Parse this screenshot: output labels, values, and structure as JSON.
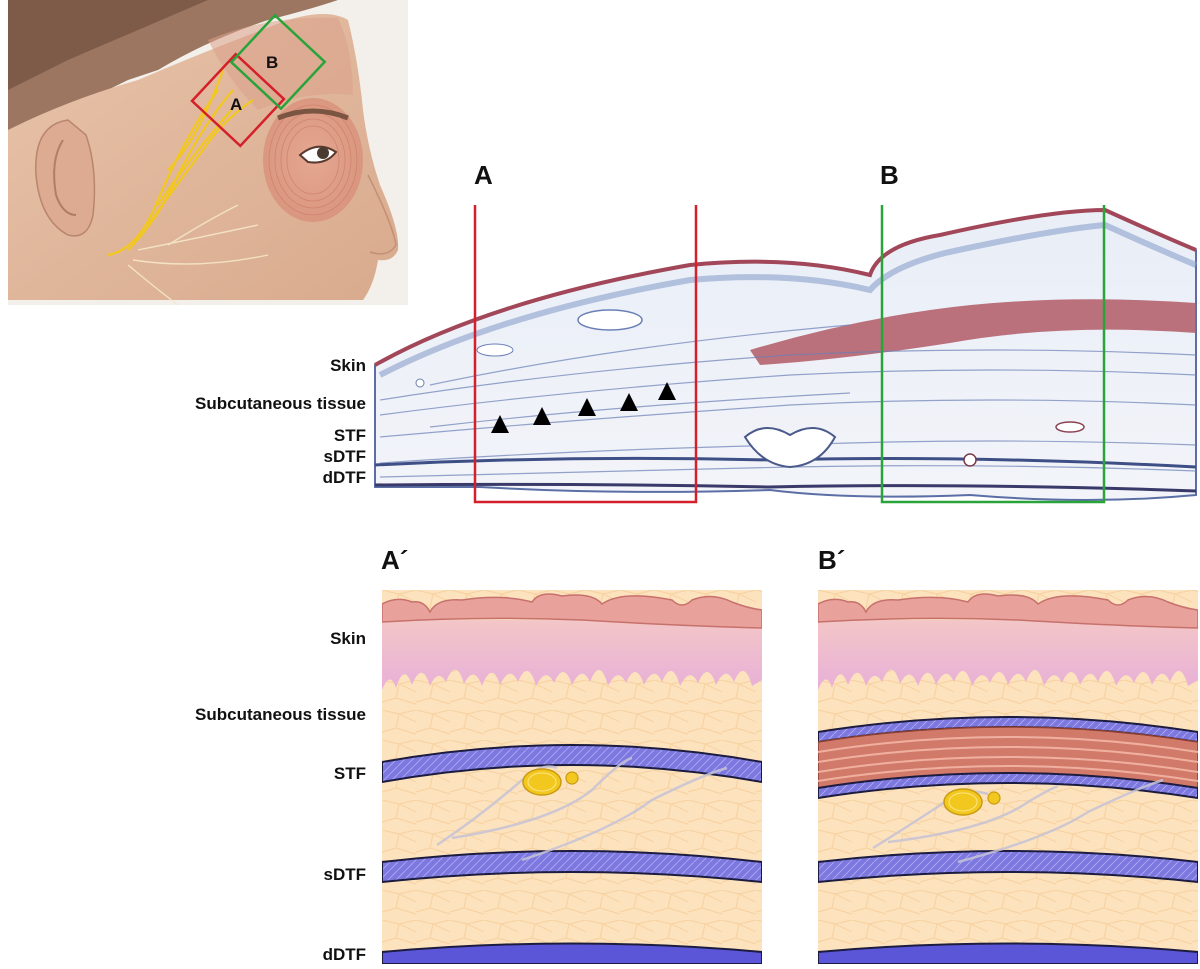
{
  "face": {
    "box_a_label": "A",
    "box_b_label": "B"
  },
  "histology": {
    "panel_a_label": "A",
    "panel_b_label": "B",
    "layers": [
      "Skin",
      "Subcutaneous tissue",
      "STF",
      "sDTF",
      "dDTF"
    ]
  },
  "schematics": {
    "panel_a_label": "A´",
    "panel_b_label": "B´",
    "layers": [
      "Skin",
      "Subcutaneous tissue",
      "STF",
      "sDTF",
      "dDTF"
    ]
  },
  "colors": {
    "box_a": "#d4202a",
    "box_b": "#2aa33a",
    "nerve": "#f2c81e",
    "fascia": "#6a64d8",
    "fat": "#fbe0b8",
    "skin": "#e8a0a0",
    "muscle": "#d27a6a"
  }
}
